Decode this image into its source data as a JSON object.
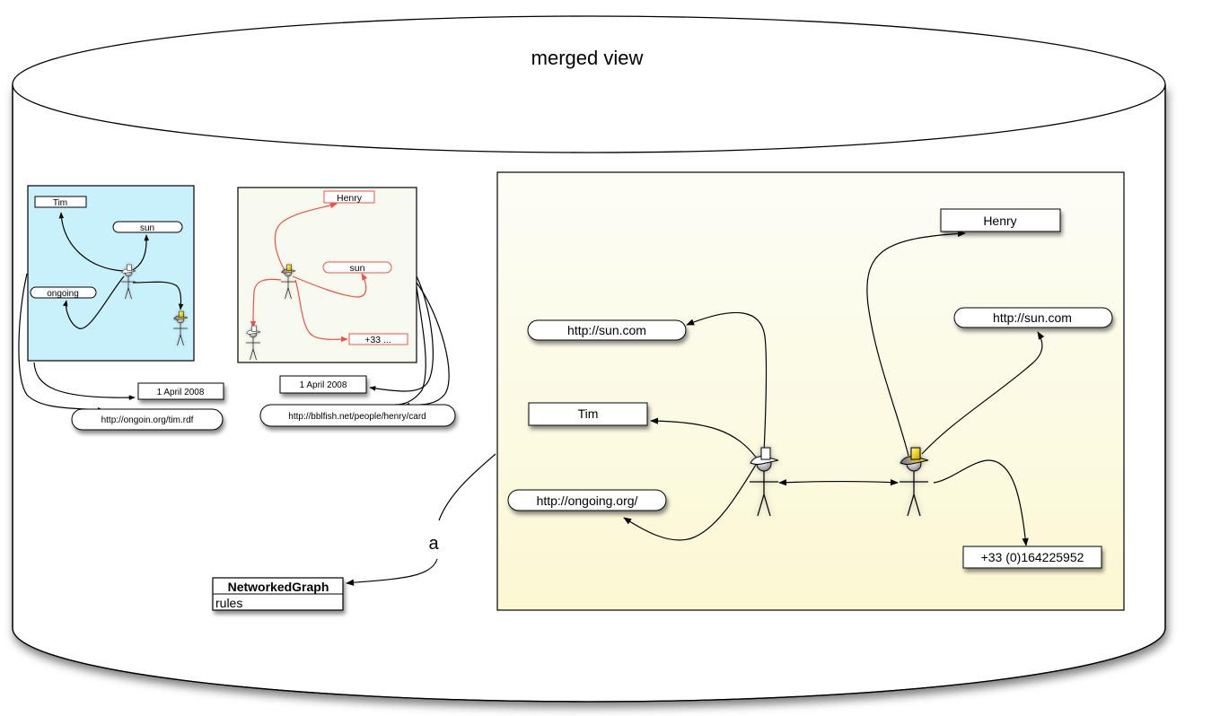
{
  "title": "merged view",
  "colors": {
    "tim_graph_bg": "#c9f1fb",
    "henry_graph_bg": "#f8f9ef",
    "merged_bg_top": "#fdfdf7",
    "merged_bg_bottom": "#fbf8d3",
    "henry_edge": "#ee5146",
    "henry_hat": "#f1d325",
    "tim_hat": "#ffffff"
  },
  "tim_graph": {
    "nodes": {
      "name": "Tim",
      "homepage": "sun",
      "weblog": "ongoing"
    },
    "date": "1 April 2008",
    "source": "http://ongoin.org/tim.rdf"
  },
  "henry_graph": {
    "nodes": {
      "name": "Henry",
      "homepage": "sun",
      "phone": "+33 ..."
    },
    "date": "1 April 2008",
    "source": "http://bblfish.net/people/henry/card"
  },
  "merged_graph": {
    "tim_homepage": "http://sun.com",
    "tim_name": "Tim",
    "tim_weblog": "http://ongoing.org/",
    "henry_name": "Henry",
    "henry_homepage": "http://sun.com",
    "henry_phone": "+33 (0)164225952"
  },
  "type_relation": {
    "label": "a",
    "class_name": "NetworkedGraph",
    "class_attribute": "rules"
  },
  "icons": [
    "person-white-hat-icon",
    "person-yellow-hat-icon"
  ]
}
